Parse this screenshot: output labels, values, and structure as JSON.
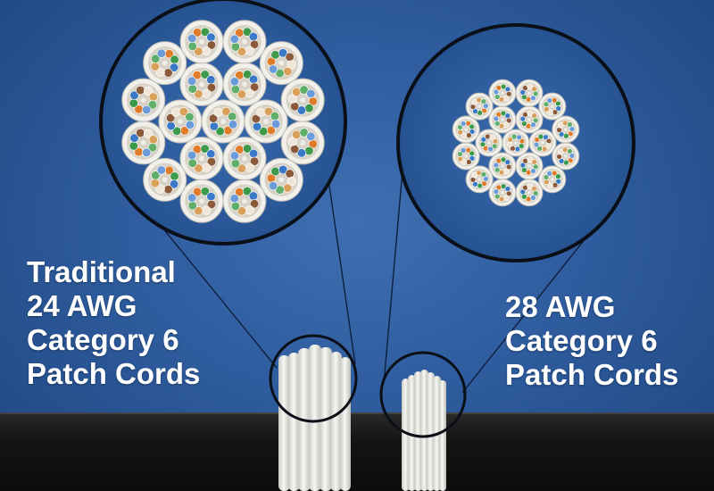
{
  "scene": {
    "background_color": "#2f5d9f",
    "table_color": "#1a1a1a",
    "cable_color": "#ecebe6"
  },
  "left_group": {
    "caption_lines": [
      "Traditional",
      "24 AWG",
      "Category 6",
      "Patch Cords"
    ]
  },
  "right_group": {
    "caption_lines": [
      "28 AWG",
      "Category 6",
      "Patch Cords"
    ]
  }
}
